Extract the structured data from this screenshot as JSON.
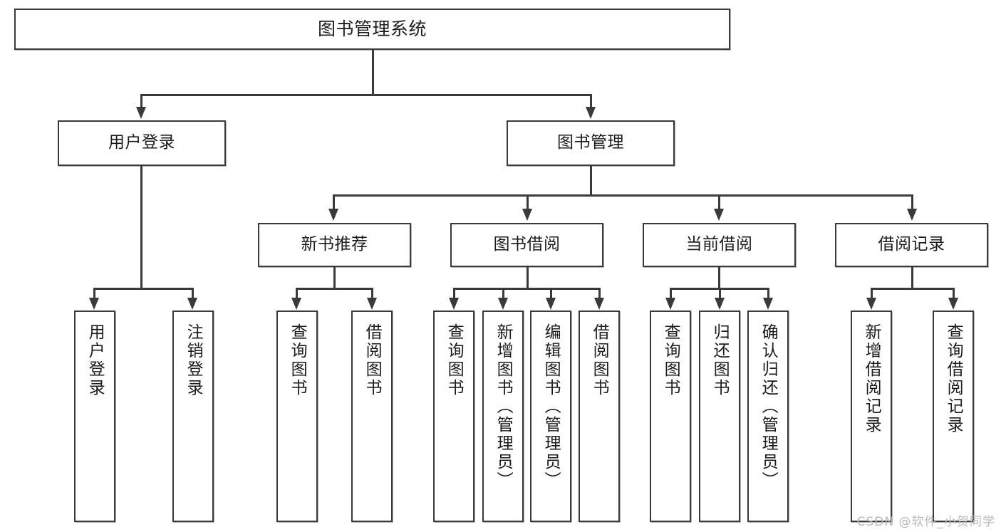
{
  "diagram": {
    "type": "tree-hierarchy-chart",
    "title": "图书管理系统",
    "watermark": "CSDN @软件_小贺同学",
    "colors": {
      "stroke": "#3a3a3a",
      "fill": "#ffffff",
      "text": "#1c1c1c",
      "watermark": "#b9b9b9"
    },
    "levels": {
      "level1": [
        "图书管理系统"
      ],
      "level2": [
        "用户登录",
        "图书管理"
      ],
      "level3": [
        "新书推荐",
        "图书借阅",
        "当前借阅",
        "借阅记录"
      ],
      "level4": [
        "用户登录",
        "注销登录",
        "查询图书",
        "借阅图书",
        "查询图书",
        "新增图书（管理员）",
        "编辑图书（管理员）",
        "借阅图书",
        "查询图书",
        "归还图书",
        "确认归还（管理员）",
        "新增借阅记录",
        "查询借阅记录"
      ]
    },
    "root": {
      "label": "图书管理系统",
      "children": [
        {
          "label": "用户登录",
          "children": [
            {
              "label": "用户登录"
            },
            {
              "label": "注销登录"
            }
          ]
        },
        {
          "label": "图书管理",
          "children": [
            {
              "label": "新书推荐",
              "children": [
                {
                  "label": "查询图书"
                },
                {
                  "label": "借阅图书"
                }
              ]
            },
            {
              "label": "图书借阅",
              "children": [
                {
                  "label": "查询图书"
                },
                {
                  "label": "新增图书（管理员）"
                },
                {
                  "label": "编辑图书（管理员）"
                },
                {
                  "label": "借阅图书"
                }
              ]
            },
            {
              "label": "当前借阅",
              "children": [
                {
                  "label": "查询图书"
                },
                {
                  "label": "归还图书"
                },
                {
                  "label": "确认归还（管理员）"
                }
              ]
            },
            {
              "label": "借阅记录",
              "children": [
                {
                  "label": "新增借阅记录"
                },
                {
                  "label": "查询借阅记录"
                }
              ]
            }
          ]
        }
      ]
    },
    "nodes": {
      "root": "图书管理系统",
      "user_login": "用户登录",
      "book_manage": "图书管理",
      "new_book_rec": "新书推荐",
      "book_borrow": "图书借阅",
      "current_borrow": "当前借阅",
      "borrow_record": "借阅记录",
      "leaf_user_login": "用户登录",
      "leaf_user_logout": "注销登录",
      "leaf_rec_query": "查询图书",
      "leaf_rec_borrow": "借阅图书",
      "leaf_borrow_query": "查询图书",
      "leaf_borrow_add": "新增图书（管理员）",
      "leaf_borrow_edit": "编辑图书（管理员）",
      "leaf_borrow_lend": "借阅图书",
      "leaf_cur_query": "查询图书",
      "leaf_cur_return": "归还图书",
      "leaf_cur_confirm": "确认归还（管理员）",
      "leaf_rec_add": "新增借阅记录",
      "leaf_rec_search": "查询借阅记录"
    }
  }
}
